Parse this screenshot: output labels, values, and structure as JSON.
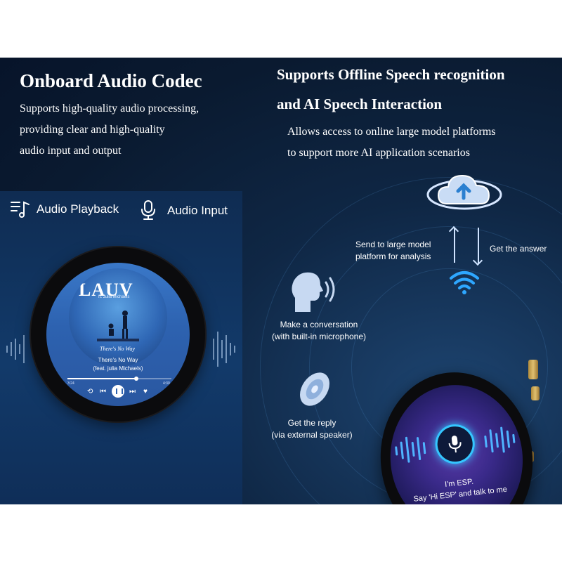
{
  "left": {
    "heading": "Onboard Audio Codec",
    "lines": [
      "Supports high-quality audio processing,",
      "providing clear and high-quality",
      "audio input and output"
    ],
    "features": [
      {
        "icon": "music-list-icon",
        "label": "Audio Playback"
      },
      {
        "icon": "microphone-icon",
        "label": "Audio Input"
      }
    ],
    "player": {
      "cover_artist": "LAUV",
      "cover_featuring": "ft. Julia Michaels",
      "cover_title": "There's No Way",
      "song_title": "There's No Way",
      "song_subtitle": "(feat. julia Michaels)",
      "time_elapsed": "3:24",
      "time_total": "4:30",
      "progress": 0.66
    }
  },
  "right": {
    "heading_line1": "Supports Offline Speech recognition",
    "heading_line2": "and AI Speech Interaction",
    "lines": [
      "Allows access to online large model platforms",
      "to support more AI application scenarios"
    ],
    "send_label_1": "Send to large model",
    "send_label_2": "platform for analysis",
    "answer_label": "Get the answer",
    "conversation_1": "Make a conversation",
    "conversation_2": "(with built-in microphone)",
    "reply_1": "Get the reply",
    "reply_2": "(via external speaker)",
    "screen_line1": "I'm ESP.",
    "screen_line2": "Say 'Hi ESP' and talk to me"
  },
  "colors": {
    "accent": "#34c6ff",
    "background": "#0f2745"
  }
}
